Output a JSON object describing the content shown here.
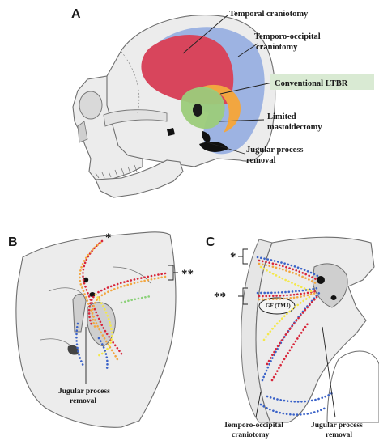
{
  "panels": {
    "a": {
      "letter": "A"
    },
    "b": {
      "letter": "B"
    },
    "c": {
      "letter": "C"
    }
  },
  "labels_a": {
    "temporal": "Temporal craniotomy",
    "tempocc_1": "Temporo-occipital",
    "tempocc_2": "craniotomy",
    "ltbr": "Conventional LTBR",
    "limited_1": "Limited",
    "limited_2": "mastoidectomy",
    "jugular_1": "Jugular process",
    "jugular_2": "removal"
  },
  "labels_b": {
    "star1": "*",
    "star2": "**",
    "jugular_1": "Jugular process",
    "jugular_2": "removal"
  },
  "labels_c": {
    "star1": "*",
    "star2": "**",
    "gf": "GF (TMJ)",
    "tempocc_1": "Temporo-occipital",
    "tempocc_2": "craniotomy",
    "jugular_1": "Jugular process",
    "jugular_2": "removal"
  },
  "colors": {
    "temporal": "#d8455c",
    "temporo_occipital": "#8fa9e0",
    "ltbr": "#9ccc7a",
    "ltbr_box": "#d9ead3",
    "orange": "#f2a640",
    "dot_red": "#d8263a",
    "dot_blue": "#3a62c8",
    "dot_yellow": "#f4e84a",
    "dot_green": "#8cd17a"
  }
}
